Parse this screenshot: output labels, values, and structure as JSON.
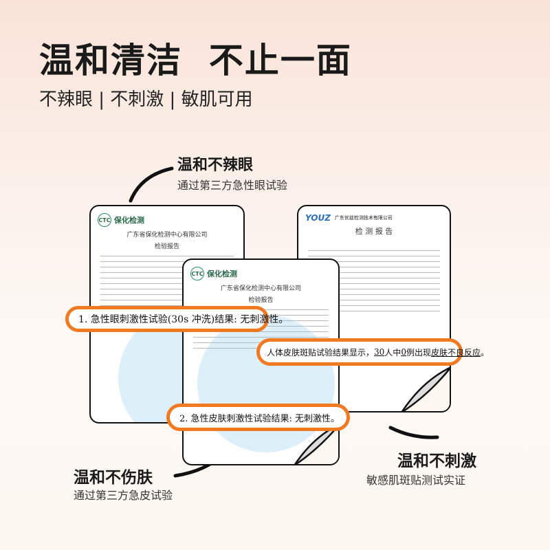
{
  "headline": "温和清洁  不止一面",
  "subheadline": "不辣眼 | 不刺激 | 敏肌可用",
  "callouts": {
    "eye": {
      "title": "温和不辣眼",
      "desc": "通过第三方急性眼试验"
    },
    "skin": {
      "title": "温和不伤肤",
      "desc": "通过第三方急皮试验"
    },
    "patch": {
      "title": "温和不刺激",
      "desc": "敏感肌斑贴测试实证"
    }
  },
  "reports": {
    "cti": {
      "logo_text": "保化检测",
      "logo_mark": "CTC",
      "company": "广东省保化检测中心有限公司",
      "doc_title": "检验报告"
    },
    "youz": {
      "logo_text": "YOUZ",
      "company": "广东优兹检测技术有限公司",
      "doc_title": "检 测 报 告"
    }
  },
  "highlights": {
    "eye": "1.  急性眼刺激性试验(30s 冲洗)结果: 无刺激性。",
    "patch_a": "人体皮肤斑贴试验结果显示，",
    "patch_n": "30",
    "patch_b": "人中",
    "patch_z": "0",
    "patch_c": "例出现",
    "patch_d": "皮肤不良反应",
    "patch_e": "。",
    "skin": "2.  急性皮肤刺激性试验结果: 无刺激性。"
  },
  "colors": {
    "accent": "#f07a22"
  }
}
